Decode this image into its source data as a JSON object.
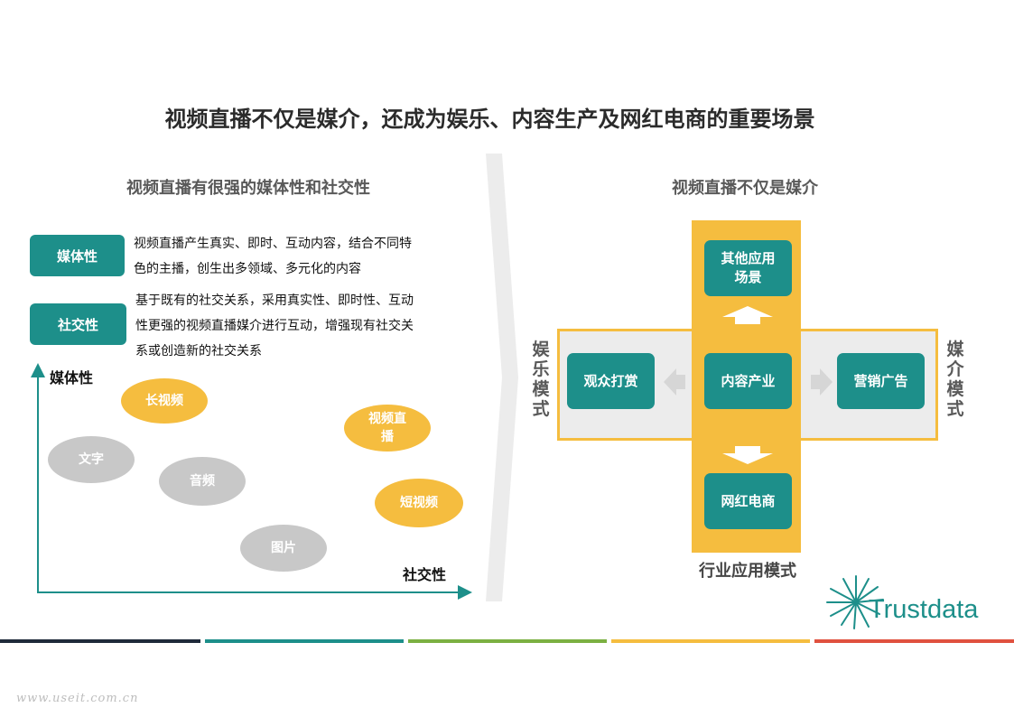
{
  "title": "视频直播不仅是媒介，还成为娱乐、内容生产及网红电商的重要场景",
  "left": {
    "subtitle": "视频直播有很强的媒体性和社交性",
    "traits": [
      {
        "tag": "媒体性",
        "desc": [
          "视频直播产生真实、即时、互动内容，结合不同特",
          "色的主播，创生出多领域、多元化的内容"
        ]
      },
      {
        "tag": "社交性",
        "desc": [
          "基于既有的社交关系，采用真实性、即时性、互动",
          "性更强的视频直播媒介进行互动，增强现有社交关",
          "系或创造新的社交关系"
        ]
      }
    ],
    "chart": {
      "y_axis_label": "媒体性",
      "x_axis_label": "社交性",
      "items": [
        {
          "label": "长视频",
          "color": "yellow"
        },
        {
          "label": "视频直播",
          "color": "yellow"
        },
        {
          "label": "文字",
          "color": "gray"
        },
        {
          "label": "音频",
          "color": "gray"
        },
        {
          "label": "短视频",
          "color": "yellow"
        },
        {
          "label": "图片",
          "color": "gray"
        }
      ]
    }
  },
  "right": {
    "subtitle": "视频直播不仅是媒介",
    "boxes": {
      "top": "其他应用场景",
      "center": "内容产业",
      "left": "观众打赏",
      "right": "营销广告",
      "bottom": "网红电商"
    },
    "labels": {
      "left": "娱乐模式",
      "right": "媒介模式",
      "bottom": "行业应用模式"
    }
  },
  "brand": "Trustdata",
  "watermark": "www.useit.com.cn",
  "colors": {
    "teal": "#1d8f8a",
    "yellow": "#f5bd3f",
    "gray": "#c8c8c8",
    "footer": [
      "#1f2a3a",
      "#1d8f8a",
      "#7bb042",
      "#f5bd3f",
      "#e0513f"
    ]
  }
}
